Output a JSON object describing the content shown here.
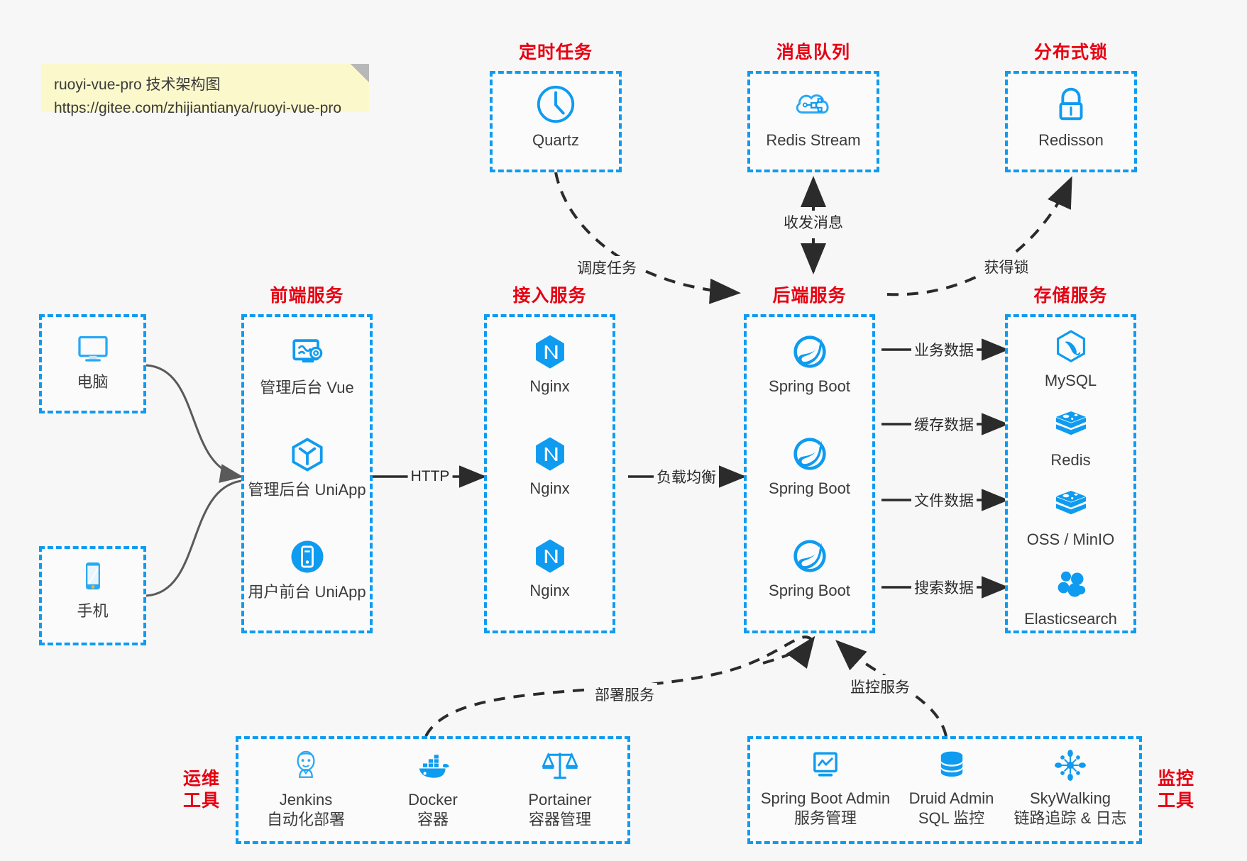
{
  "note": {
    "line1": "ruoyi-vue-pro 技术架构图",
    "line2": "https://gitee.com/zhijiantianya/ruoyi-vue-pro"
  },
  "colors": {
    "group_title": "#e60012",
    "box_border": "#0e9bf0",
    "icon_blue": "#0e9bf0",
    "background": "#f7f7f7",
    "note_bg": "#fbf8cc",
    "edge": "#3a3a3a"
  },
  "groups": {
    "scheduled_task": {
      "title": "定时任务",
      "nodes": [
        {
          "label": "Quartz",
          "icon": "clock-icon"
        }
      ]
    },
    "message_queue": {
      "title": "消息队列",
      "nodes": [
        {
          "label": "Redis Stream",
          "icon": "cloud-stream-icon"
        }
      ]
    },
    "distributed_lock": {
      "title": "分布式锁",
      "nodes": [
        {
          "label": "Redisson",
          "icon": "lock-icon"
        }
      ]
    },
    "clients": {
      "nodes": [
        {
          "label": "电脑",
          "icon": "desktop-icon"
        },
        {
          "label": "手机",
          "icon": "mobile-icon"
        }
      ]
    },
    "frontend": {
      "title": "前端服务",
      "nodes": [
        {
          "label": "管理后台 Vue",
          "icon": "monitor-gear-icon"
        },
        {
          "label": "管理后台 UniApp",
          "icon": "hexagon-cube-icon"
        },
        {
          "label": "用户前台 UniApp",
          "icon": "mobile-circle-icon"
        }
      ]
    },
    "gateway": {
      "title": "接入服务",
      "nodes": [
        {
          "label": "Nginx",
          "icon": "nginx-icon"
        },
        {
          "label": "Nginx",
          "icon": "nginx-icon"
        },
        {
          "label": "Nginx",
          "icon": "nginx-icon"
        }
      ]
    },
    "backend": {
      "title": "后端服务",
      "nodes": [
        {
          "label": "Spring Boot",
          "icon": "spring-boot-icon"
        },
        {
          "label": "Spring Boot",
          "icon": "spring-boot-icon"
        },
        {
          "label": "Spring Boot",
          "icon": "spring-boot-icon"
        }
      ]
    },
    "storage": {
      "title": "存储服务",
      "nodes": [
        {
          "label": "MySQL",
          "icon": "mysql-icon"
        },
        {
          "label": "Redis",
          "icon": "redis-icon"
        },
        {
          "label": "OSS / MinIO",
          "icon": "redis-icon"
        },
        {
          "label": "Elasticsearch",
          "icon": "elasticsearch-icon"
        }
      ]
    },
    "devops": {
      "title": "运维\n工具",
      "title_line1": "运维",
      "title_line2": "工具",
      "nodes": [
        {
          "label": "Jenkins",
          "sublabel": "自动化部署",
          "icon": "jenkins-icon"
        },
        {
          "label": "Docker",
          "sublabel": "容器",
          "icon": "docker-icon"
        },
        {
          "label": "Portainer",
          "sublabel": "容器管理",
          "icon": "scales-icon"
        }
      ]
    },
    "monitoring": {
      "title_line1": "监控",
      "title_line2": "工具",
      "nodes": [
        {
          "label": "Spring Boot Admin",
          "sublabel": "服务管理",
          "icon": "monitor-chart-icon"
        },
        {
          "label": "Druid Admin",
          "sublabel": "SQL 监控",
          "icon": "database-icon"
        },
        {
          "label": "SkyWalking",
          "sublabel": "链路追踪 & 日志",
          "icon": "skywalking-icon"
        }
      ]
    }
  },
  "edges": [
    {
      "name": "edge-quartz-to-backend",
      "label": "调度任务",
      "style": "dashed"
    },
    {
      "name": "edge-backend-to-mq",
      "label": "收发消息",
      "style": "dashed-bidirectional"
    },
    {
      "name": "edge-backend-to-lock",
      "label": "获得锁",
      "style": "dashed"
    },
    {
      "name": "edge-frontend-to-gateway",
      "label": "HTTP",
      "style": "solid"
    },
    {
      "name": "edge-gateway-to-backend",
      "label": "负载均衡",
      "style": "solid"
    },
    {
      "name": "edge-backend-to-mysql",
      "label": "业务数据",
      "style": "solid"
    },
    {
      "name": "edge-backend-to-redis",
      "label": "缓存数据",
      "style": "solid"
    },
    {
      "name": "edge-backend-to-oss",
      "label": "文件数据",
      "style": "solid"
    },
    {
      "name": "edge-backend-to-es",
      "label": "搜索数据",
      "style": "solid"
    },
    {
      "name": "edge-devops-to-backend",
      "label": "部署服务",
      "style": "dashed"
    },
    {
      "name": "edge-monitoring-to-backend",
      "label": "监控服务",
      "style": "dashed"
    }
  ]
}
